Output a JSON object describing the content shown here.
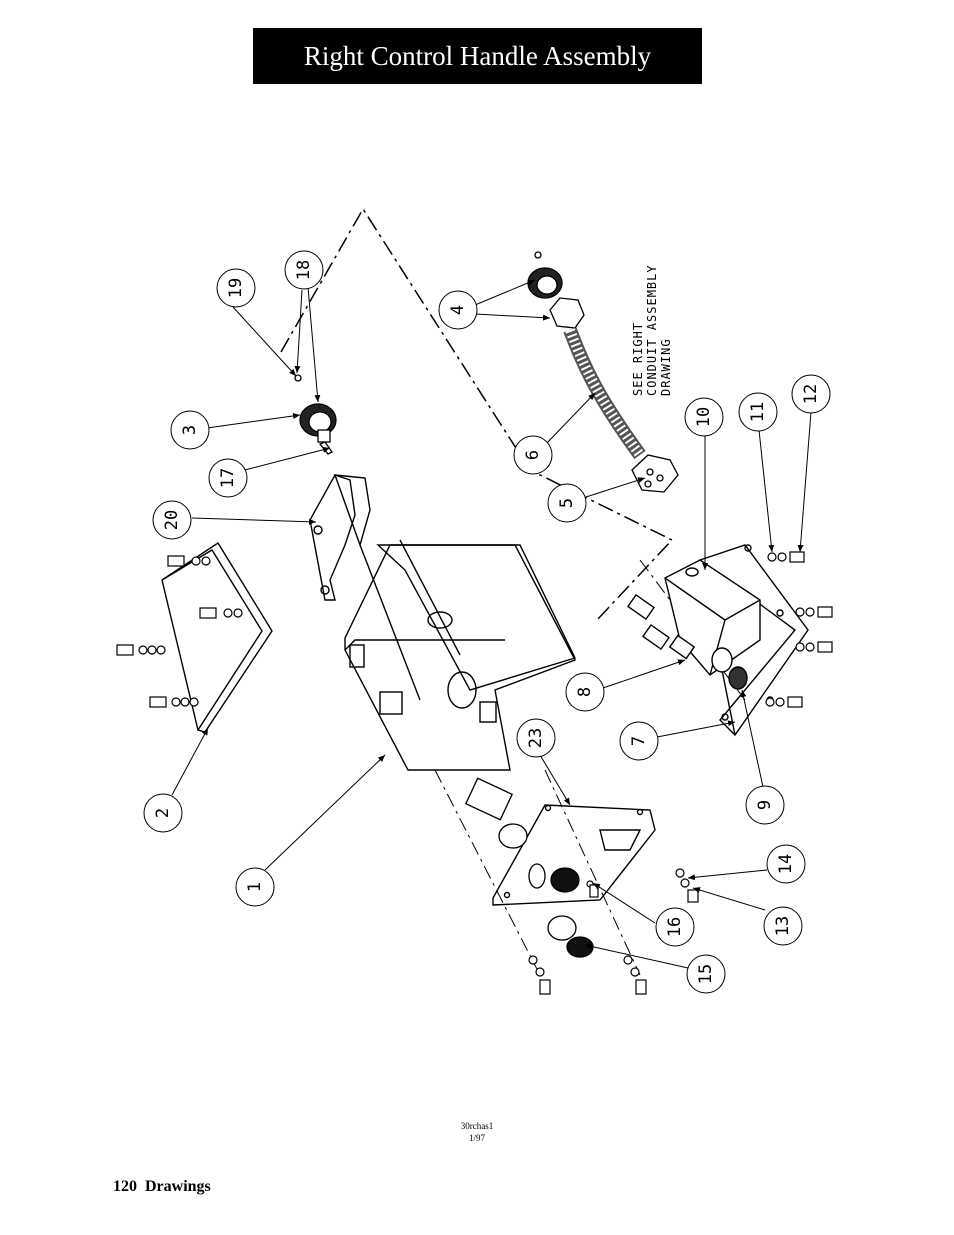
{
  "header": {
    "title": "Right Control Handle Assembly"
  },
  "diagram": {
    "note": [
      "SEE RIGHT",
      "CONDUIT ASSEMBLY",
      "DRAWING"
    ],
    "callouts": [
      "1",
      "2",
      "3",
      "4",
      "5",
      "6",
      "7",
      "8",
      "9",
      "10",
      "11",
      "12",
      "13",
      "14",
      "15",
      "16",
      "17",
      "18",
      "19",
      "20",
      "23"
    ]
  },
  "drawing_code": {
    "file": "30rchas1",
    "date": "1/97"
  },
  "footer": {
    "page_number": "120",
    "section": "Drawings"
  }
}
